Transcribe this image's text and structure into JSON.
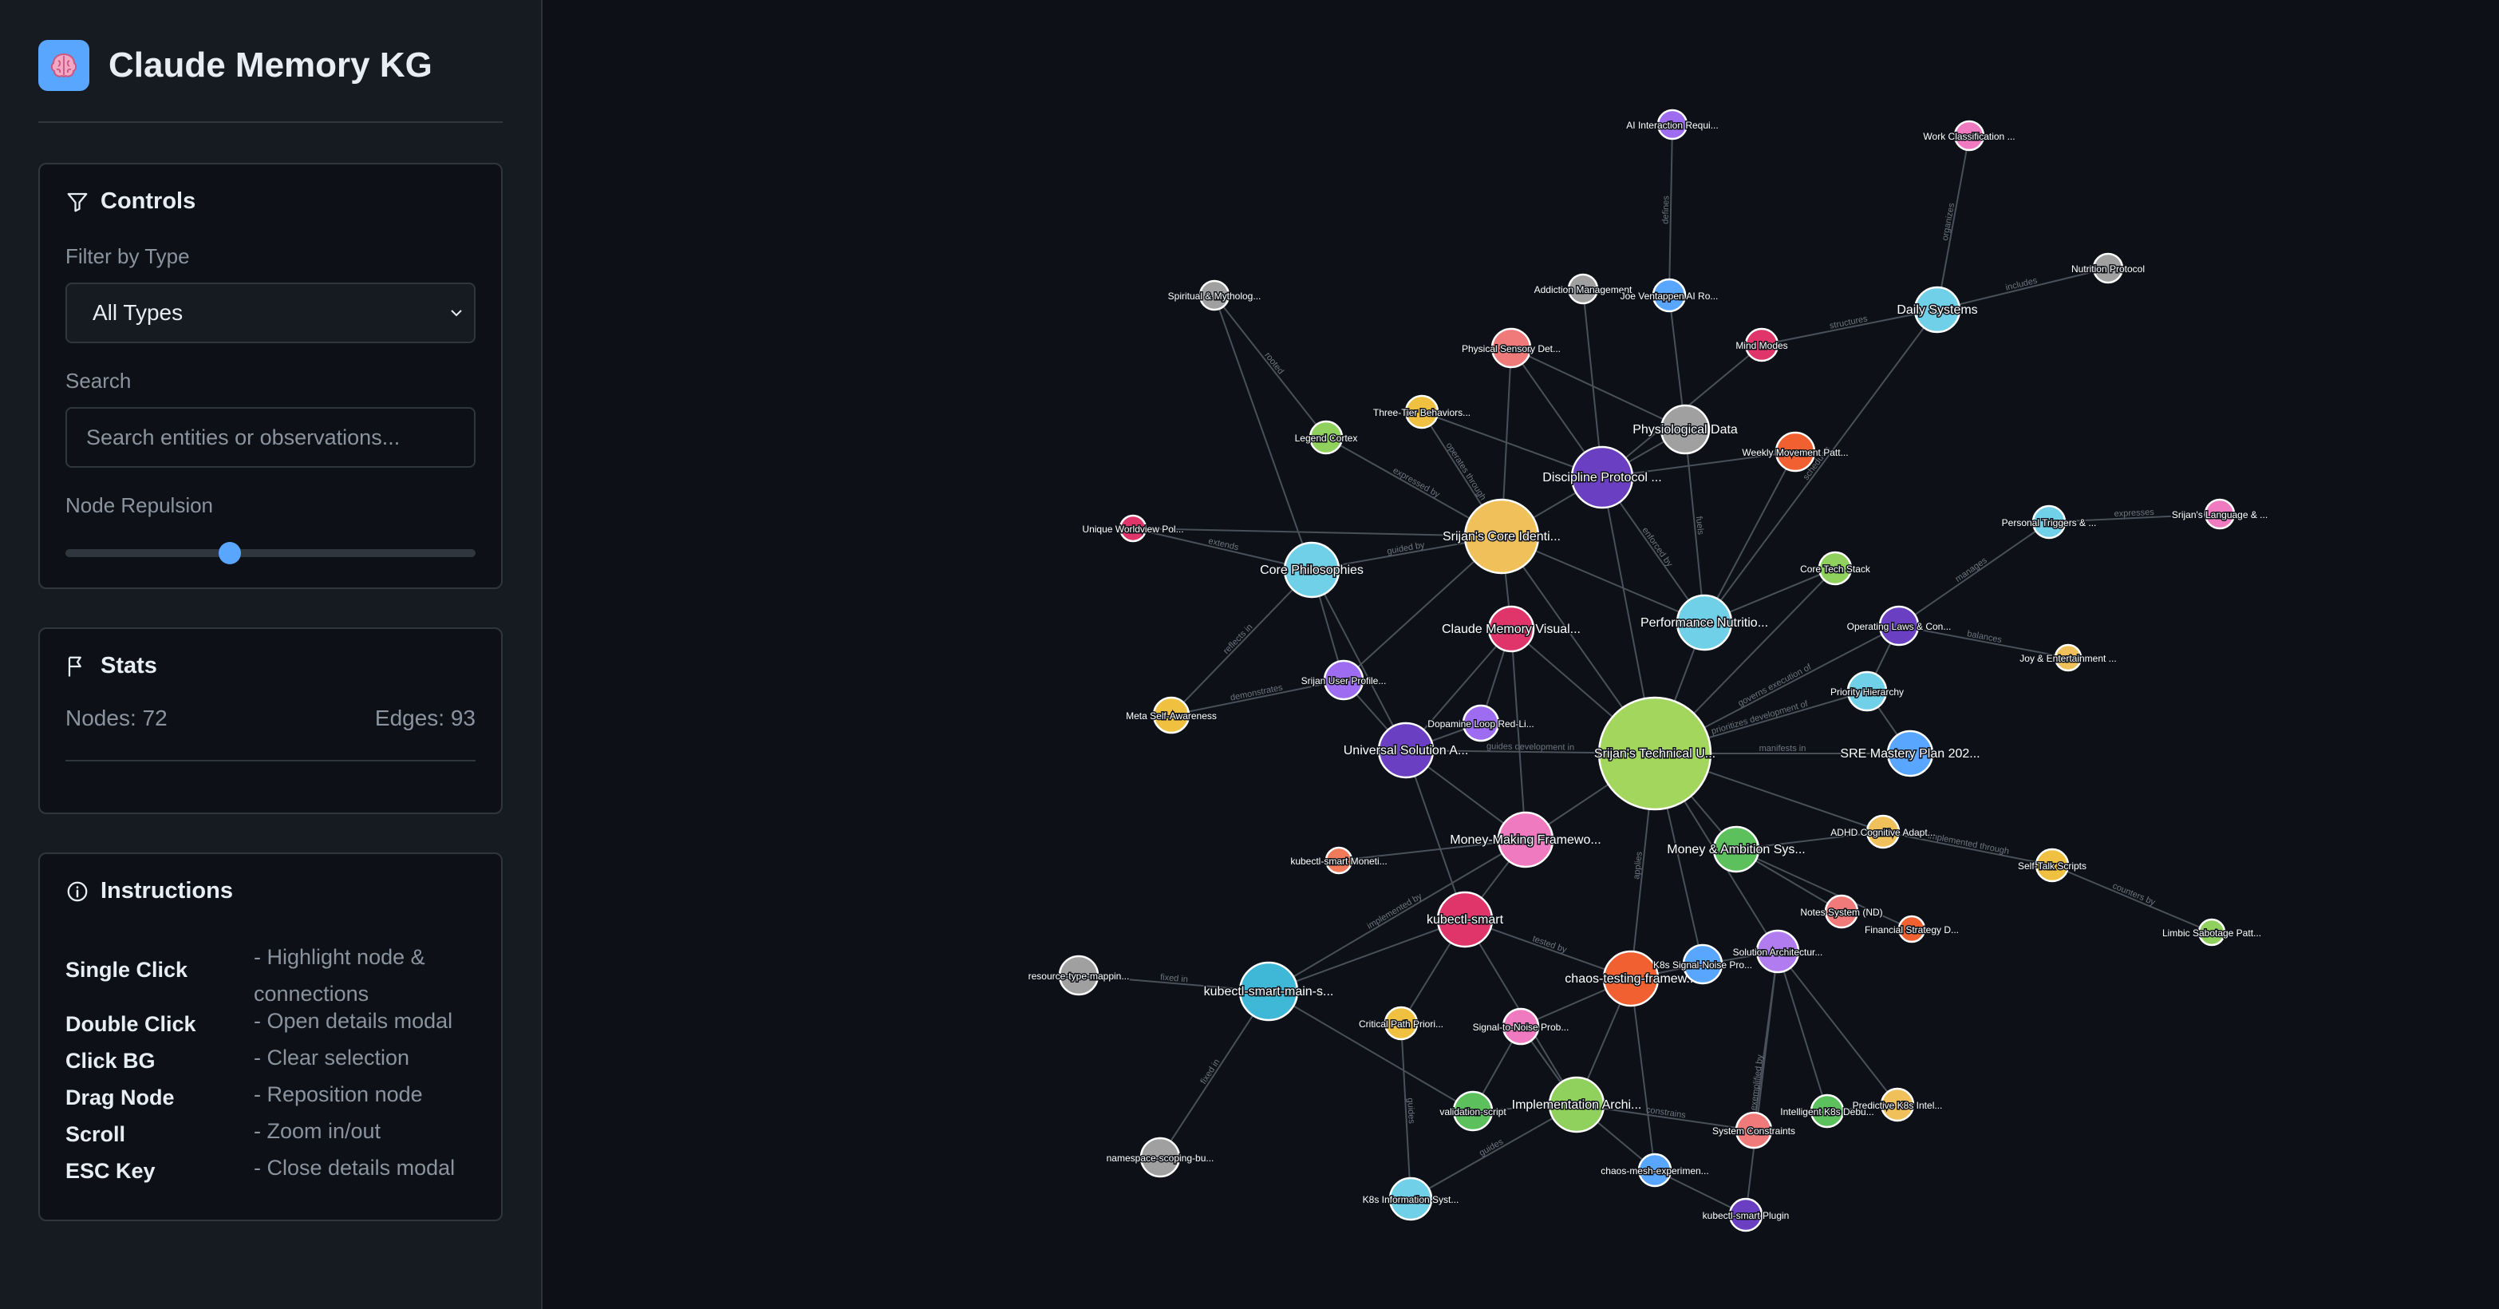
{
  "app": {
    "title": "Claude Memory KG",
    "icon": "brain-icon"
  },
  "controls": {
    "title": "Controls",
    "filter_label": "Filter by Type",
    "filter_value": "All Types",
    "search_label": "Search",
    "search_placeholder": "Search entities or observations...",
    "repulsion_label": "Node Repulsion",
    "repulsion_value": 0.4
  },
  "stats": {
    "title": "Stats",
    "nodes": "Nodes: 72",
    "edges": "Edges: 93"
  },
  "instructions": {
    "title": "Instructions",
    "items": [
      {
        "key": "Single Click",
        "desc": "- Highlight node & connections"
      },
      {
        "key": "Double Click",
        "desc": "- Open details modal"
      },
      {
        "key": "Click BG",
        "desc": "- Clear selection"
      },
      {
        "key": "Drag Node",
        "desc": "- Reposition node"
      },
      {
        "key": "Scroll",
        "desc": "- Zoom in/out"
      },
      {
        "key": "ESC Key",
        "desc": "- Close details modal"
      }
    ]
  },
  "graph": {
    "nodes": [
      {
        "id": "n1",
        "label": "Srijan's Technical U...",
        "color": "#a3d65c"
      },
      {
        "id": "n2",
        "label": "Srijan's Core Identi...",
        "color": "#f0c05a"
      },
      {
        "id": "n3",
        "label": "Discipline Protocol ...",
        "color": "#6a3fc2"
      },
      {
        "id": "n4",
        "label": "Core Philosophies",
        "color": "#6fd0e8"
      },
      {
        "id": "n5",
        "label": "Performance Nutritio...",
        "color": "#6fd0e8"
      },
      {
        "id": "n6",
        "label": "Universal Solution A...",
        "color": "#6a3fc2"
      },
      {
        "id": "n7",
        "label": "Money-Making Framewo...",
        "color": "#f07ac0"
      },
      {
        "id": "n8",
        "label": "kubectl-smart",
        "color": "#e0356b"
      },
      {
        "id": "n9",
        "label": "kubectl-smart-main-s...",
        "color": "#3fb8d8"
      },
      {
        "id": "n10",
        "label": "chaos-testing-framew...",
        "color": "#f06030"
      },
      {
        "id": "n11",
        "label": "Implementation Archi...",
        "color": "#8fd15c"
      },
      {
        "id": "n12",
        "label": "Physiological Data",
        "color": "#a0a0a0"
      },
      {
        "id": "n13",
        "label": "Claude Memory Visual...",
        "color": "#e0356b"
      },
      {
        "id": "n14",
        "label": "Daily Systems",
        "color": "#6fd0e8"
      },
      {
        "id": "n15",
        "label": "SRE Mastery Plan 202...",
        "color": "#58a6ff"
      },
      {
        "id": "n16",
        "label": "Money & Ambition Sys...",
        "color": "#5cc05c"
      },
      {
        "id": "n17",
        "label": "Solution Architectur...",
        "color": "#b07cf0"
      },
      {
        "id": "n18",
        "label": "Operating Laws & Con...",
        "color": "#6a3fc2"
      },
      {
        "id": "n19",
        "label": "Srijan User Profile...",
        "color": "#9d6cf0"
      },
      {
        "id": "n20",
        "label": "Priority Hierarchy",
        "color": "#6fd0e8"
      },
      {
        "id": "n21",
        "label": "ADHD Cognitive Adapt...",
        "color": "#f0c05a"
      },
      {
        "id": "n22",
        "label": "Weekly Movement Patt...",
        "color": "#f06030"
      },
      {
        "id": "n23",
        "label": "Physical Sensory Det...",
        "color": "#f07a7a"
      },
      {
        "id": "n24",
        "label": "Mind Modes",
        "color": "#e0356b"
      },
      {
        "id": "n25",
        "label": "Three-Tier Behaviors...",
        "color": "#f0c040"
      },
      {
        "id": "n26",
        "label": "Legend Cortex",
        "color": "#8fd15c"
      },
      {
        "id": "n27",
        "label": "Spiritual & Mytholog...",
        "color": "#a0a0a0"
      },
      {
        "id": "n28",
        "label": "Addiction Management",
        "color": "#a0a0a0"
      },
      {
        "id": "n29",
        "label": "Joe Ventappen AI Ro...",
        "color": "#58a6ff"
      },
      {
        "id": "n30",
        "label": "AI Interaction Requi...",
        "color": "#9d6cf0"
      },
      {
        "id": "n31",
        "label": "Work Classification ...",
        "color": "#f07ac0"
      },
      {
        "id": "n32",
        "label": "Nutrition Protocol",
        "color": "#a0a0a0"
      },
      {
        "id": "n33",
        "label": "Core Tech Stack",
        "color": "#8fd15c"
      },
      {
        "id": "n34",
        "label": "Personal Triggers & ...",
        "color": "#6fd0e8"
      },
      {
        "id": "n35",
        "label": "Srijan's Language & ...",
        "color": "#f07ac0"
      },
      {
        "id": "n36",
        "label": "Joy & Entertainment ...",
        "color": "#f0c05a"
      },
      {
        "id": "n37",
        "label": "Unique Worldview Pol...",
        "color": "#e0356b"
      },
      {
        "id": "n38",
        "label": "Meta Self-Awareness",
        "color": "#f0c040"
      },
      {
        "id": "n39",
        "label": "Dopamine Loop Red-Li...",
        "color": "#9d6cf0"
      },
      {
        "id": "n40",
        "label": "kubectl-smart Moneti...",
        "color": "#f07a5a"
      },
      {
        "id": "n41",
        "label": "resource-type-mappin...",
        "color": "#a0a0a0"
      },
      {
        "id": "n42",
        "label": "namespace-scoping-bu...",
        "color": "#a0a0a0"
      },
      {
        "id": "n43",
        "label": "Critical Path Priori...",
        "color": "#f0c040"
      },
      {
        "id": "n44",
        "label": "Signal-to-Noise Prob...",
        "color": "#f07ac0"
      },
      {
        "id": "n45",
        "label": "K8s Signal-Noise Pro...",
        "color": "#58a6ff"
      },
      {
        "id": "n46",
        "label": "validation-script",
        "color": "#5cc05c"
      },
      {
        "id": "n47",
        "label": "K8s Information Syst...",
        "color": "#6fd0e8"
      },
      {
        "id": "n48",
        "label": "chaos-mesh-experimen...",
        "color": "#58a6ff"
      },
      {
        "id": "n49",
        "label": "kubectl-smart Plugin",
        "color": "#6a3fc2"
      },
      {
        "id": "n50",
        "label": "System Constraints",
        "color": "#f07a7a"
      },
      {
        "id": "n51",
        "label": "Intelligent K8s Debu...",
        "color": "#5cc05c"
      },
      {
        "id": "n52",
        "label": "Predictive K8s Intel...",
        "color": "#f0c05a"
      },
      {
        "id": "n53",
        "label": "Notes System (ND)",
        "color": "#f07a7a"
      },
      {
        "id": "n54",
        "label": "Financial Strategy D...",
        "color": "#f06030"
      },
      {
        "id": "n55",
        "label": "Self-Talk Scripts",
        "color": "#f0c040"
      },
      {
        "id": "n56",
        "label": "Limbic Sabotage Patt...",
        "color": "#8fd15c"
      }
    ],
    "edges": [
      {
        "s": "n1",
        "t": "n5",
        "label": ""
      },
      {
        "s": "n1",
        "t": "n3",
        "label": ""
      },
      {
        "s": "n1",
        "t": "n6",
        "label": "guides development in"
      },
      {
        "s": "n1",
        "t": "n7",
        "label": ""
      },
      {
        "s": "n1",
        "t": "n15",
        "label": "manifests in"
      },
      {
        "s": "n1",
        "t": "n16",
        "label": ""
      },
      {
        "s": "n1",
        "t": "n20",
        "label": "prioritizes development of"
      },
      {
        "s": "n1",
        "t": "n21",
        "label": ""
      },
      {
        "s": "n1",
        "t": "n18",
        "label": "governs execution of"
      },
      {
        "s": "n1",
        "t": "n10",
        "label": "applies"
      },
      {
        "s": "n1",
        "t": "n17",
        "label": ""
      },
      {
        "s": "n1",
        "t": "n13",
        "label": ""
      },
      {
        "s": "n1",
        "t": "n2",
        "label": ""
      },
      {
        "s": "n2",
        "t": "n4",
        "label": "guided by"
      },
      {
        "s": "n2",
        "t": "n3",
        "label": ""
      },
      {
        "s": "n2",
        "t": "n25",
        "label": "operates through"
      },
      {
        "s": "n2",
        "t": "n23",
        "label": ""
      },
      {
        "s": "n2",
        "t": "n26",
        "label": "expressed by"
      },
      {
        "s": "n2",
        "t": "n5",
        "label": ""
      },
      {
        "s": "n2",
        "t": "n13",
        "label": ""
      },
      {
        "s": "n2",
        "t": "n19",
        "label": ""
      },
      {
        "s": "n3",
        "t": "n12",
        "label": ""
      },
      {
        "s": "n3",
        "t": "n22",
        "label": ""
      },
      {
        "s": "n3",
        "t": "n24",
        "label": ""
      },
      {
        "s": "n3",
        "t": "n28",
        "label": ""
      },
      {
        "s": "n3",
        "t": "n5",
        "label": "enforced by"
      },
      {
        "s": "n3",
        "t": "n23",
        "label": ""
      },
      {
        "s": "n12",
        "t": "n5",
        "label": "fuels"
      },
      {
        "s": "n12",
        "t": "n29",
        "label": ""
      },
      {
        "s": "n12",
        "t": "n23",
        "label": ""
      },
      {
        "s": "n14",
        "t": "n24",
        "label": "structures"
      },
      {
        "s": "n14",
        "t": "n31",
        "label": "organizes"
      },
      {
        "s": "n14",
        "t": "n32",
        "label": "includes"
      },
      {
        "s": "n14",
        "t": "n5",
        "label": "schedules"
      },
      {
        "s": "n29",
        "t": "n30",
        "label": "defines"
      },
      {
        "s": "n4",
        "t": "n37",
        "label": "extends"
      },
      {
        "s": "n4",
        "t": "n38",
        "label": "reflects in"
      },
      {
        "s": "n4",
        "t": "n27",
        "label": ""
      },
      {
        "s": "n4",
        "t": "n6",
        "label": ""
      },
      {
        "s": "n4",
        "t": "n19",
        "label": ""
      },
      {
        "s": "n27",
        "t": "n26",
        "label": "rooted"
      },
      {
        "s": "n19",
        "t": "n38",
        "label": "demonstrates"
      },
      {
        "s": "n6",
        "t": "n39",
        "label": ""
      },
      {
        "s": "n6",
        "t": "n8",
        "label": ""
      },
      {
        "s": "n6",
        "t": "n13",
        "label": ""
      },
      {
        "s": "n7",
        "t": "n40",
        "label": ""
      },
      {
        "s": "n7",
        "t": "n9",
        "label": "implemented by"
      },
      {
        "s": "n7",
        "t": "n8",
        "label": ""
      },
      {
        "s": "n8",
        "t": "n9",
        "label": ""
      },
      {
        "s": "n8",
        "t": "n10",
        "label": "tested by"
      },
      {
        "s": "n8",
        "t": "n11",
        "label": ""
      },
      {
        "s": "n8",
        "t": "n43",
        "label": ""
      },
      {
        "s": "n9",
        "t": "n41",
        "label": "fixed in"
      },
      {
        "s": "n9",
        "t": "n42",
        "label": "fixed in"
      },
      {
        "s": "n9",
        "t": "n46",
        "label": ""
      },
      {
        "s": "n10",
        "t": "n11",
        "label": ""
      },
      {
        "s": "n10",
        "t": "n48",
        "label": ""
      },
      {
        "s": "n10",
        "t": "n45",
        "label": ""
      },
      {
        "s": "n10",
        "t": "n44",
        "label": ""
      },
      {
        "s": "n11",
        "t": "n46",
        "label": ""
      },
      {
        "s": "n11",
        "t": "n47",
        "label": "guides"
      },
      {
        "s": "n11",
        "t": "n50",
        "label": "constrains"
      },
      {
        "s": "n11",
        "t": "n44",
        "label": ""
      },
      {
        "s": "n17",
        "t": "n51",
        "label": ""
      },
      {
        "s": "n17",
        "t": "n52",
        "label": ""
      },
      {
        "s": "n17",
        "t": "n50",
        "label": ""
      },
      {
        "s": "n17",
        "t": "n49",
        "label": "exemplified by"
      },
      {
        "s": "n17",
        "t": "n45",
        "label": ""
      },
      {
        "s": "n43",
        "t": "n47",
        "label": "guides"
      },
      {
        "s": "n18",
        "t": "n34",
        "label": "manages"
      },
      {
        "s": "n18",
        "t": "n36",
        "label": "balances"
      },
      {
        "s": "n18",
        "t": "n20",
        "label": ""
      },
      {
        "s": "n34",
        "t": "n35",
        "label": "expresses"
      },
      {
        "s": "n21",
        "t": "n55",
        "label": "implemented through"
      },
      {
        "s": "n21",
        "t": "n16",
        "label": ""
      },
      {
        "s": "n55",
        "t": "n56",
        "label": "counters by"
      },
      {
        "s": "n16",
        "t": "n53",
        "label": ""
      },
      {
        "s": "n16",
        "t": "n54",
        "label": ""
      },
      {
        "s": "n5",
        "t": "n33",
        "label": ""
      },
      {
        "s": "n5",
        "t": "n22",
        "label": ""
      },
      {
        "s": "n13",
        "t": "n39",
        "label": ""
      },
      {
        "s": "n13",
        "t": "n7",
        "label": ""
      },
      {
        "s": "n1",
        "t": "n45",
        "label": ""
      },
      {
        "s": "n15",
        "t": "n20",
        "label": ""
      },
      {
        "s": "n2",
        "t": "n37",
        "label": ""
      },
      {
        "s": "n49",
        "t": "n48",
        "label": ""
      },
      {
        "s": "n11",
        "t": "n48",
        "label": ""
      },
      {
        "s": "n44",
        "t": "n46",
        "label": ""
      },
      {
        "s": "n51",
        "t": "n52",
        "label": ""
      },
      {
        "s": "n6",
        "t": "n7",
        "label": ""
      },
      {
        "s": "n19",
        "t": "n6",
        "label": ""
      },
      {
        "s": "n25",
        "t": "n3",
        "label": ""
      },
      {
        "s": "n33",
        "t": "n1",
        "label": ""
      }
    ]
  }
}
